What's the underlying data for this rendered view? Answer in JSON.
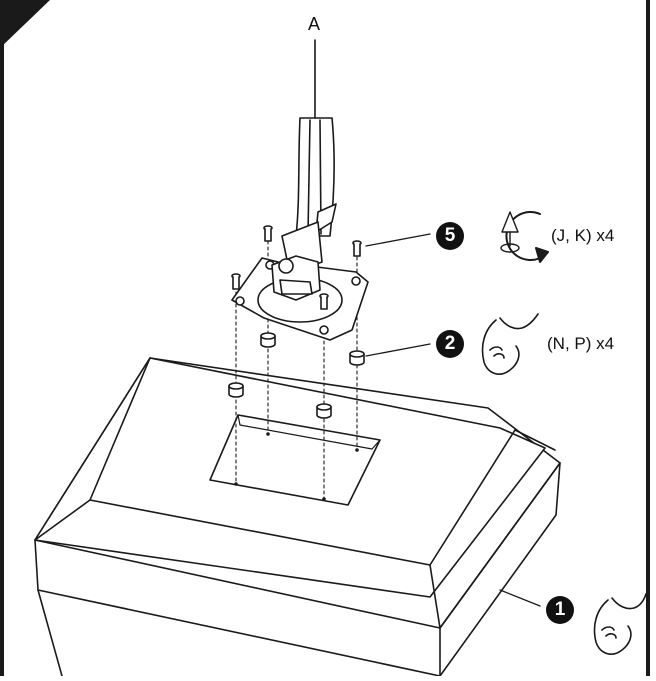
{
  "diagram": {
    "part_label": "A",
    "steps": [
      {
        "number": "5",
        "icon": "screwdriver-rotate-icon",
        "text": "(J, K) x4"
      },
      {
        "number": "2",
        "icon": "hand-insert-icon",
        "text": "(N, P) x4"
      },
      {
        "number": "1",
        "icon": "hand-insert-icon",
        "text": ""
      }
    ]
  }
}
